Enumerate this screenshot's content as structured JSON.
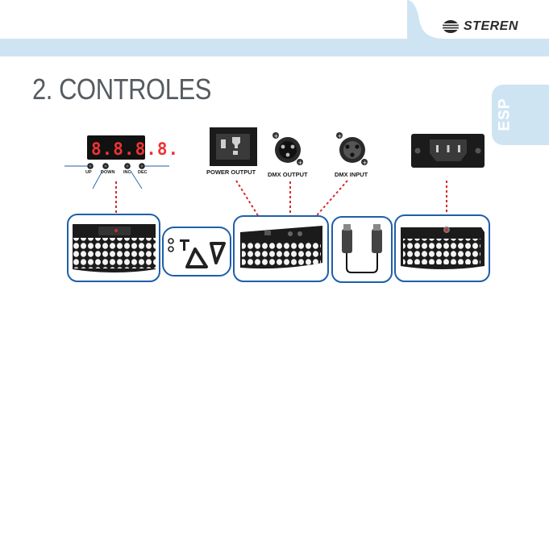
{
  "header": {
    "brand": "STEREN",
    "band_color": "#cfe4f3",
    "accent_color": "#ffffff"
  },
  "page": {
    "title": "2. CONTROLES",
    "language_tab": "ESP"
  },
  "controls": {
    "display_digits": "8.8.8.8.",
    "buttons": [
      "UP",
      "DOWN",
      "INC",
      "DEC"
    ],
    "connectors": [
      "POWER OUTPUT",
      "DMX OUTPUT",
      "DMX INPUT"
    ]
  },
  "icons": {
    "brand": "steren-logo-icon",
    "display": "led-display-icon",
    "outlet": "power-outlet-icon",
    "xlr_female": "xlr-female-connector-icon",
    "xlr_male": "xlr-male-connector-icon",
    "iec": "iec-power-inlet-icon",
    "bar": "led-bar-icon",
    "brackets": "mounting-brackets-icon",
    "cable": "dmx-cable-icon"
  },
  "colors": {
    "leader_line": "#d42a2a",
    "callout_circle": "#1f5fa8",
    "device_body": "#1b1b1b",
    "led": "#f2f2f2"
  }
}
